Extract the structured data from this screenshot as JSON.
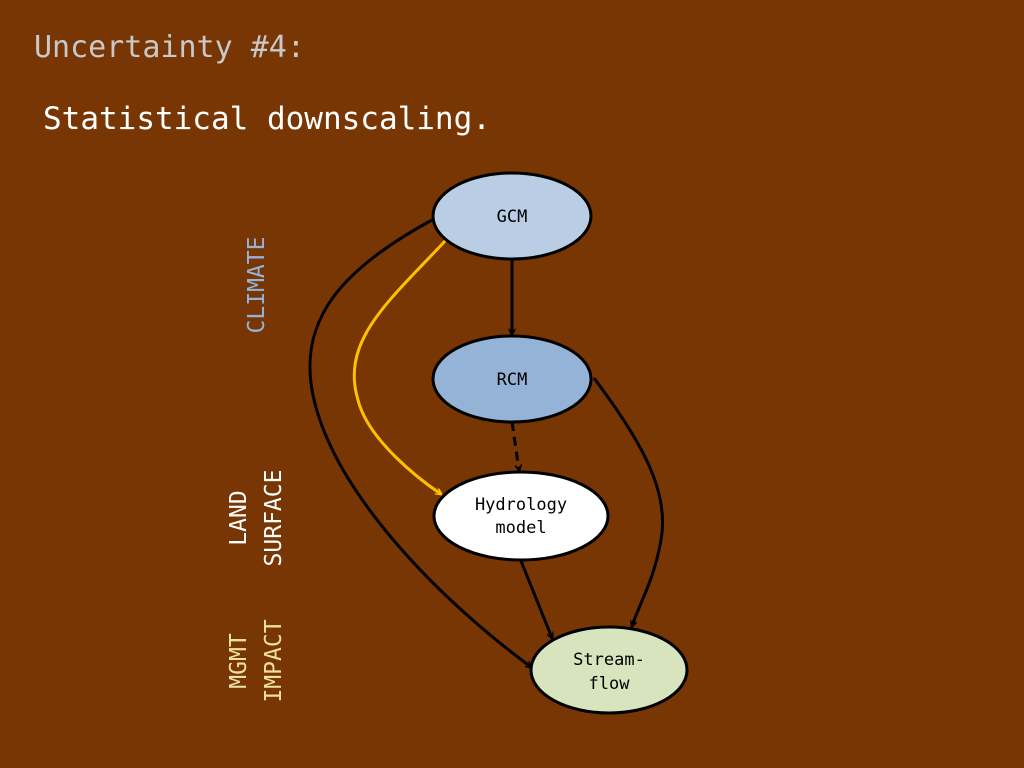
{
  "slide": {
    "title": "Uncertainty #4:",
    "subtitle": "Statistical downscaling."
  },
  "nodes": {
    "gcm": "GCM",
    "rcm": "RCM",
    "hydrology": [
      "Hydrology",
      "model"
    ],
    "streamflow": [
      "Stream-",
      "flow"
    ]
  },
  "side_labels": {
    "climate": "CLIMATE",
    "land_surface": [
      "LAND",
      "SURFACE"
    ],
    "mgmt_impact": [
      "MGMT",
      "IMPACT"
    ]
  },
  "colors": {
    "background": "#773603",
    "gcm_fill": "#b9cde5",
    "rcm_fill": "#95b3d7",
    "hydrology_fill": "#ffffff",
    "streamflow_fill": "#d7e4bd",
    "highlight_arrow": "#ffc000",
    "climate_label": "#95b3d7",
    "land_surface_label": "#ffffff",
    "mgmt_impact_label": "#eee0a4"
  }
}
